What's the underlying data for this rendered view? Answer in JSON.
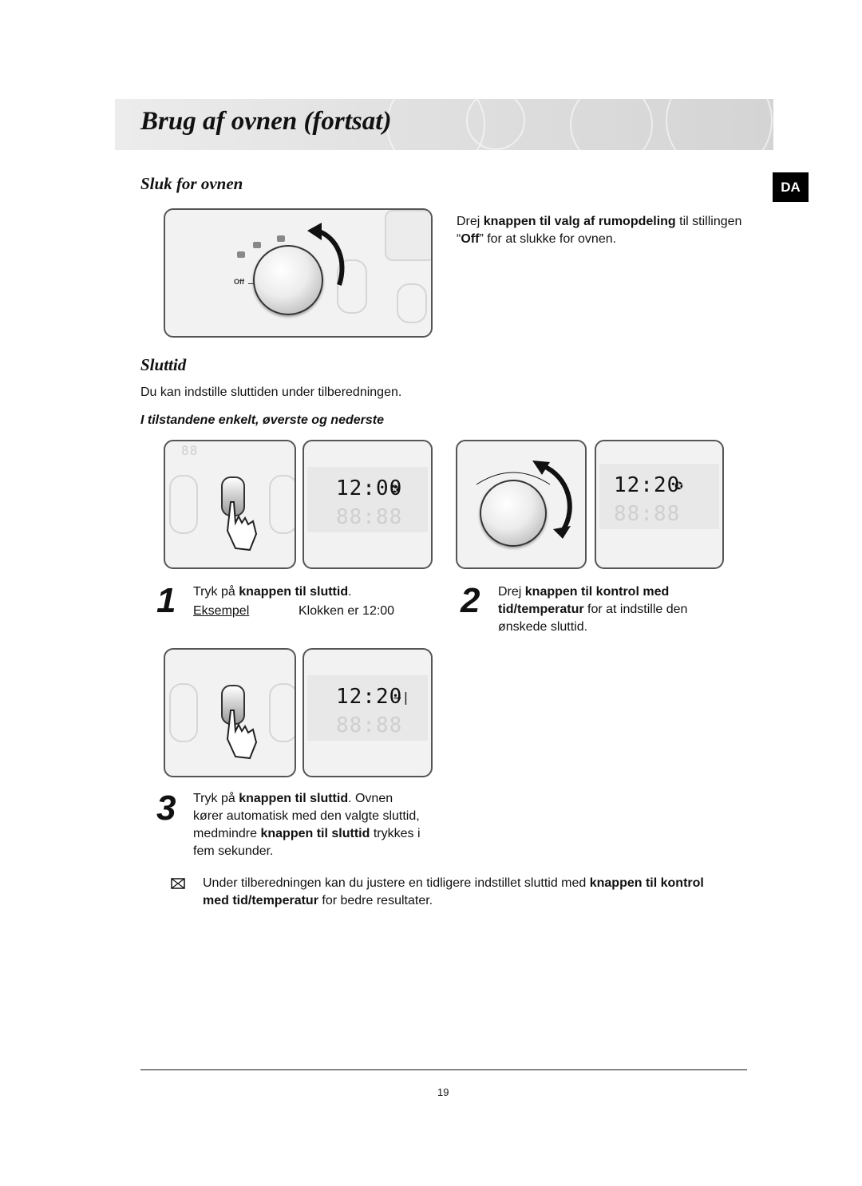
{
  "header": {
    "title": "Brug af ovnen (fortsat)"
  },
  "language_tab": "DA",
  "section1": {
    "heading": "Sluk for ovnen",
    "off_label": "Off",
    "instr_pre": "Drej ",
    "instr_bold1": "knappen til valg af rumopdeling",
    "instr_mid": " til stillingen “",
    "instr_bold2": "Off",
    "instr_post": "” for at slukke for ovnen."
  },
  "section2": {
    "heading": "Sluttid",
    "intro": "Du kan indstille sluttiden under tilberedningen.",
    "subheading": "I tilstandene enkelt, øverste og nederste"
  },
  "displays": {
    "d1_time": "12:00",
    "d2_time": "12:20",
    "d3_time": "12:20",
    "dim_digits": "88:88",
    "dim_small": "88"
  },
  "step1": {
    "number": "1",
    "pre": "Tryk på ",
    "bold": "knappen til sluttid",
    "post": ".",
    "example_label": "Eksempel",
    "example_value": "Klokken er 12:00"
  },
  "step2": {
    "number": "2",
    "pre": "Drej ",
    "bold": "knappen til kontrol med tid/temperatur",
    "post": " for at indstille den ønskede sluttid."
  },
  "step3": {
    "number": "3",
    "pre": "Tryk på ",
    "bold1": "knappen til sluttid",
    "mid": ". Ovnen kører automatisk med den valgte sluttid, medmindre ",
    "bold2": "knappen til sluttid",
    "post": " trykkes i fem sekunder."
  },
  "note": {
    "pre": "Under tilberedningen kan du justere en tidligere indstillet sluttid med ",
    "bold": "knappen til kontrol med tid/temperatur",
    "post": " for bedre resultater."
  },
  "footer": {
    "page_number": "19"
  }
}
